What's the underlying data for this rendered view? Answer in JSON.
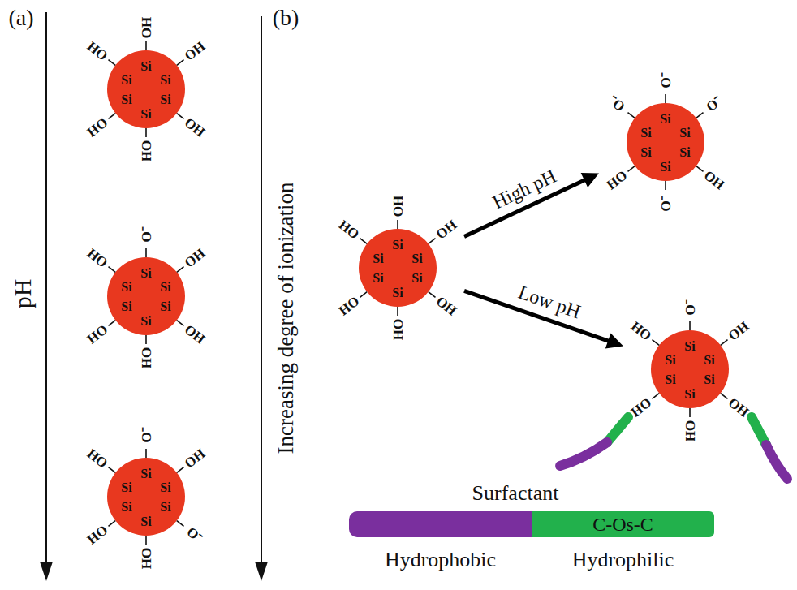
{
  "diagram": {
    "nodes": [
      {
        "text": [
          "Si",
          "Si",
          "Si",
          "Si",
          "Si",
          "Si",
          "OH",
          "HO",
          "OH",
          "HO",
          "OH",
          "HO"
        ]
      },
      {
        "text": [
          "Si",
          "Si",
          "Si",
          "Si",
          "Si",
          "Si",
          "O⁻",
          "HO",
          "OH",
          "HO",
          "OH",
          "HO"
        ]
      },
      {
        "text": [
          "Si",
          "Si",
          "Si",
          "Si",
          "Si",
          "Si",
          "O⁻",
          "HO",
          "OH",
          "HO",
          "O⁻",
          "HO"
        ]
      },
      {
        "text": [
          "Si",
          "Si",
          "Si",
          "Si",
          "Si",
          "Si",
          "OH",
          "HO",
          "OH",
          "HO",
          "OH",
          "HO"
        ]
      },
      {
        "text": [
          "Si",
          "Si",
          "Si",
          "Si",
          "Si",
          "Si",
          "O⁻",
          "⁻O",
          "O⁻",
          "HO",
          "OH",
          "O⁻"
        ]
      },
      {
        "text": [
          "Si",
          "Si",
          "Si",
          "Si",
          "Si",
          "Si",
          "O⁻",
          "HO",
          "OH",
          "HO",
          "OH",
          "HO"
        ]
      },
      {
        "text": [
          "Surfactant",
          "C-Os-C",
          "Hydrophobic",
          "Hydrophilic"
        ]
      }
    ],
    "edges": [
      {
        "from": 3,
        "to": 4,
        "arrow": "to",
        "label": "High pH"
      },
      {
        "from": 3,
        "to": 5,
        "arrow": "to",
        "label": "Low pH"
      }
    ],
    "labels": [
      "(a)",
      "(b)",
      "pH",
      "Increasing degree of ionization"
    ]
  }
}
